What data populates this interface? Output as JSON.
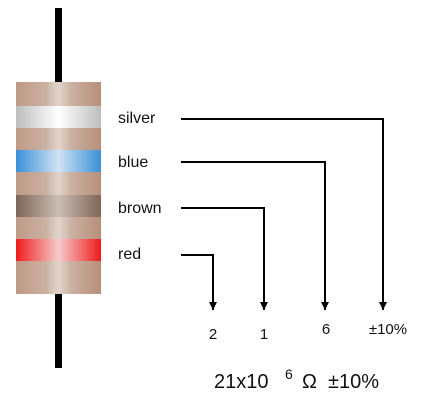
{
  "colors": {
    "lead": "#000000",
    "body_base": "#c09a84",
    "silver": "#c8c8c8",
    "blue": "#4a9bd8",
    "brown": "#8a7060",
    "red": "#ee2020",
    "line": "#000000"
  },
  "bands": [
    {
      "label": "silver",
      "color_key": "silver",
      "digit": "±10%"
    },
    {
      "label": "blue",
      "color_key": "blue",
      "digit": "6"
    },
    {
      "label": "brown",
      "color_key": "brown",
      "digit": "1"
    },
    {
      "label": "red",
      "color_key": "red",
      "digit": "2"
    }
  ],
  "result": {
    "base": "21x10",
    "exponent": "6",
    "unit": "Ω",
    "tolerance": "±10%"
  }
}
